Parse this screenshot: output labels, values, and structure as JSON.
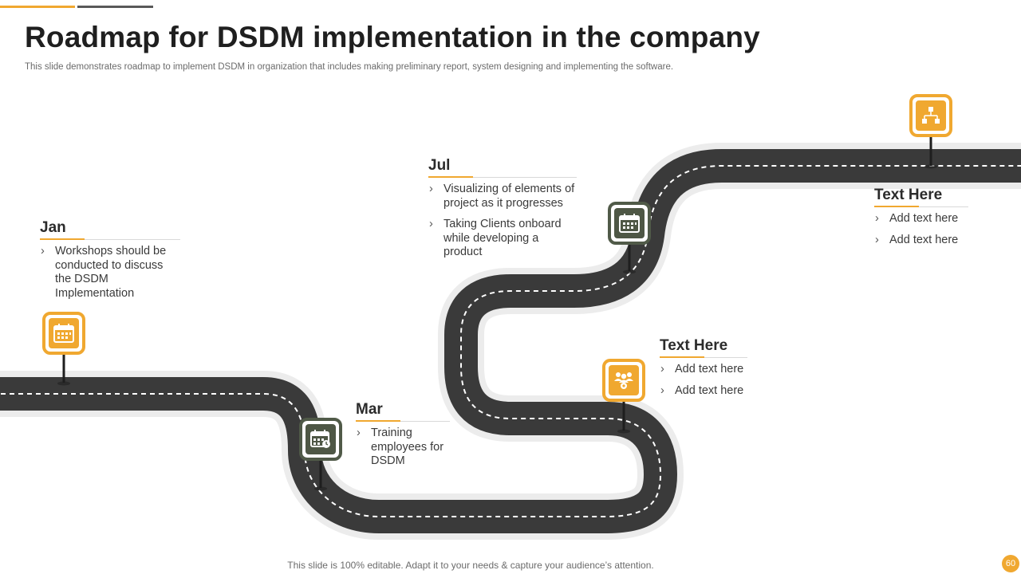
{
  "header": {
    "title": "Roadmap for DSDM implementation in the company",
    "subtitle": "This slide demonstrates roadmap to implement DSDM in organization that includes making preliminary report, system designing and implementing the software."
  },
  "milestones": [
    {
      "label": "Jan",
      "items": [
        "Workshops should be conducted to discuss the DSDM Implementation"
      ]
    },
    {
      "label": "Mar",
      "items": [
        "Training employees for DSDM"
      ]
    },
    {
      "label": "Jul",
      "items": [
        "Visualizing of elements of project as it progresses",
        "Taking Clients onboard while developing a product"
      ]
    },
    {
      "label": "Text Here",
      "items": [
        "Add text here",
        "Add text here"
      ]
    },
    {
      "label": "Text Here",
      "items": [
        "Add text here",
        "Add text here"
      ]
    }
  ],
  "icons": {
    "jan": "calendar-icon",
    "mar": "calendar-clock-icon",
    "jul": "calendar-icon",
    "mid": "team-gear-icon",
    "end": "org-chart-icon"
  },
  "colors": {
    "accent": "#f0a830",
    "road": "#3a3a3a",
    "dark_marker": "#505a48"
  },
  "footer": {
    "note": "This slide is 100% editable. Adapt it to your needs & capture your audience’s attention.",
    "page_number": "60"
  }
}
